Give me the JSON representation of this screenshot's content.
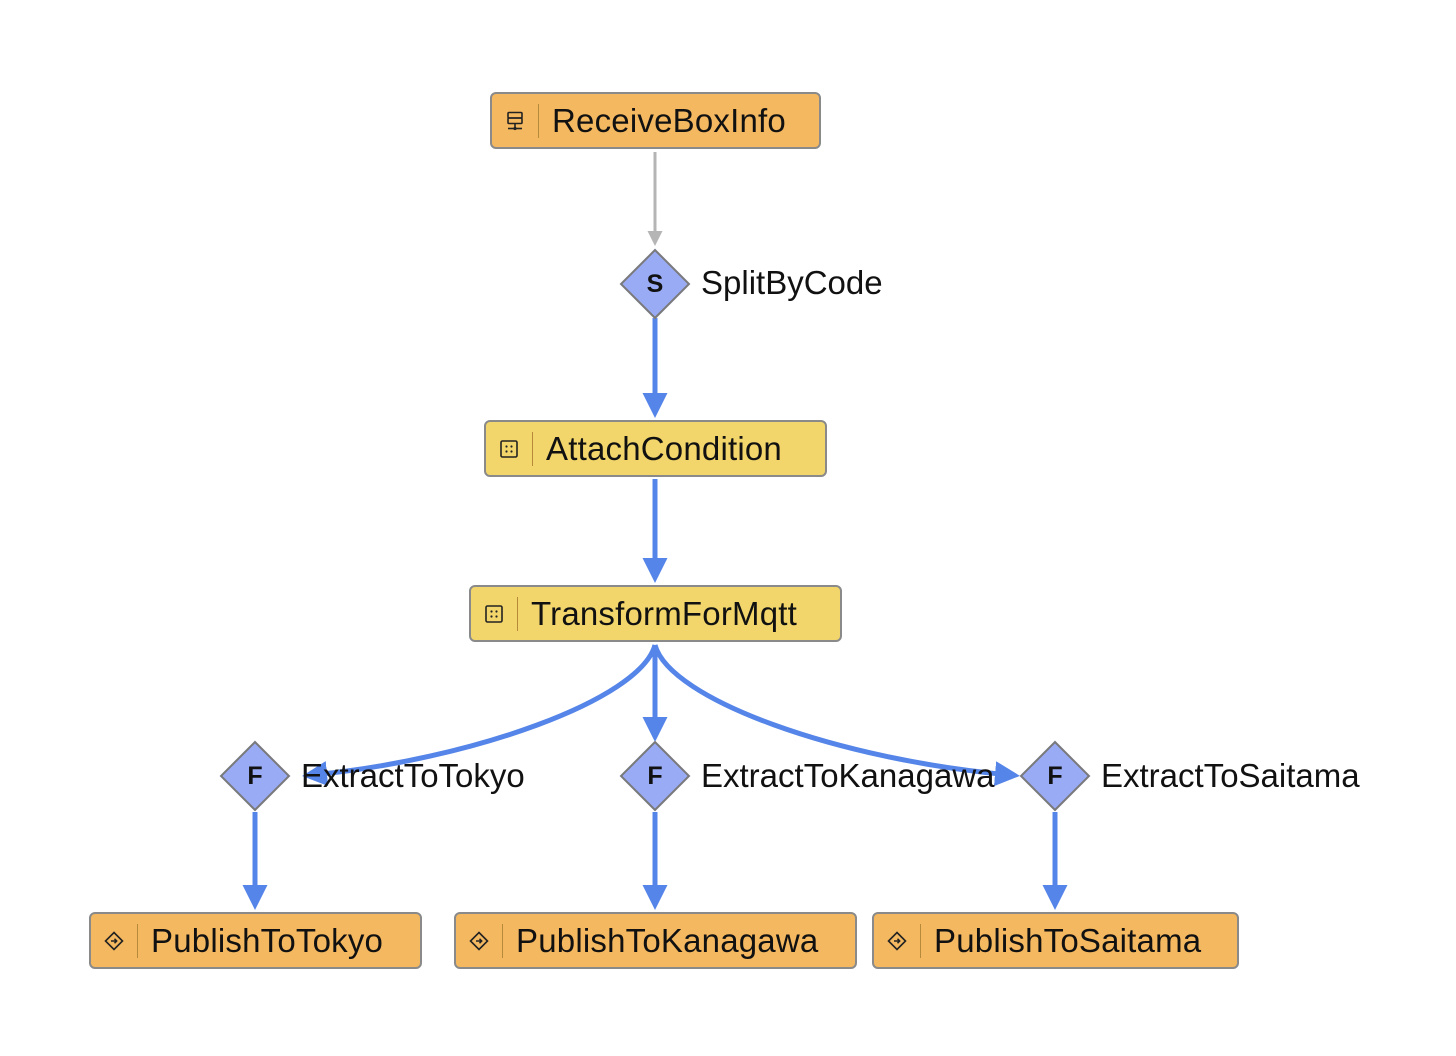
{
  "colors": {
    "orange_node": "#f4b860",
    "yellow_node": "#f2d66b",
    "diamond": "#9aabf5",
    "edge_active": "#5585e8",
    "edge_inactive": "#b5b5b5"
  },
  "nodes": {
    "receive": {
      "label": "ReceiveBoxInfo",
      "icon": "network-server-icon"
    },
    "attach": {
      "label": "AttachCondition",
      "icon": "processor-grid-icon"
    },
    "transform": {
      "label": "TransformForMqtt",
      "icon": "processor-grid-icon"
    },
    "publish_tokyo": {
      "label": "PublishToTokyo",
      "icon": "diamond-arrow-icon"
    },
    "publish_kanagawa": {
      "label": "PublishToKanagawa",
      "icon": "diamond-arrow-icon"
    },
    "publish_saitama": {
      "label": "PublishToSaitama",
      "icon": "diamond-arrow-icon"
    }
  },
  "filters": {
    "split": {
      "letter": "S",
      "label": "SplitByCode"
    },
    "tokyo": {
      "letter": "F",
      "label": "ExtractToTokyo"
    },
    "kanagawa": {
      "letter": "F",
      "label": "ExtractToKanagawa"
    },
    "saitama": {
      "letter": "F",
      "label": "ExtractToSaitama"
    }
  }
}
